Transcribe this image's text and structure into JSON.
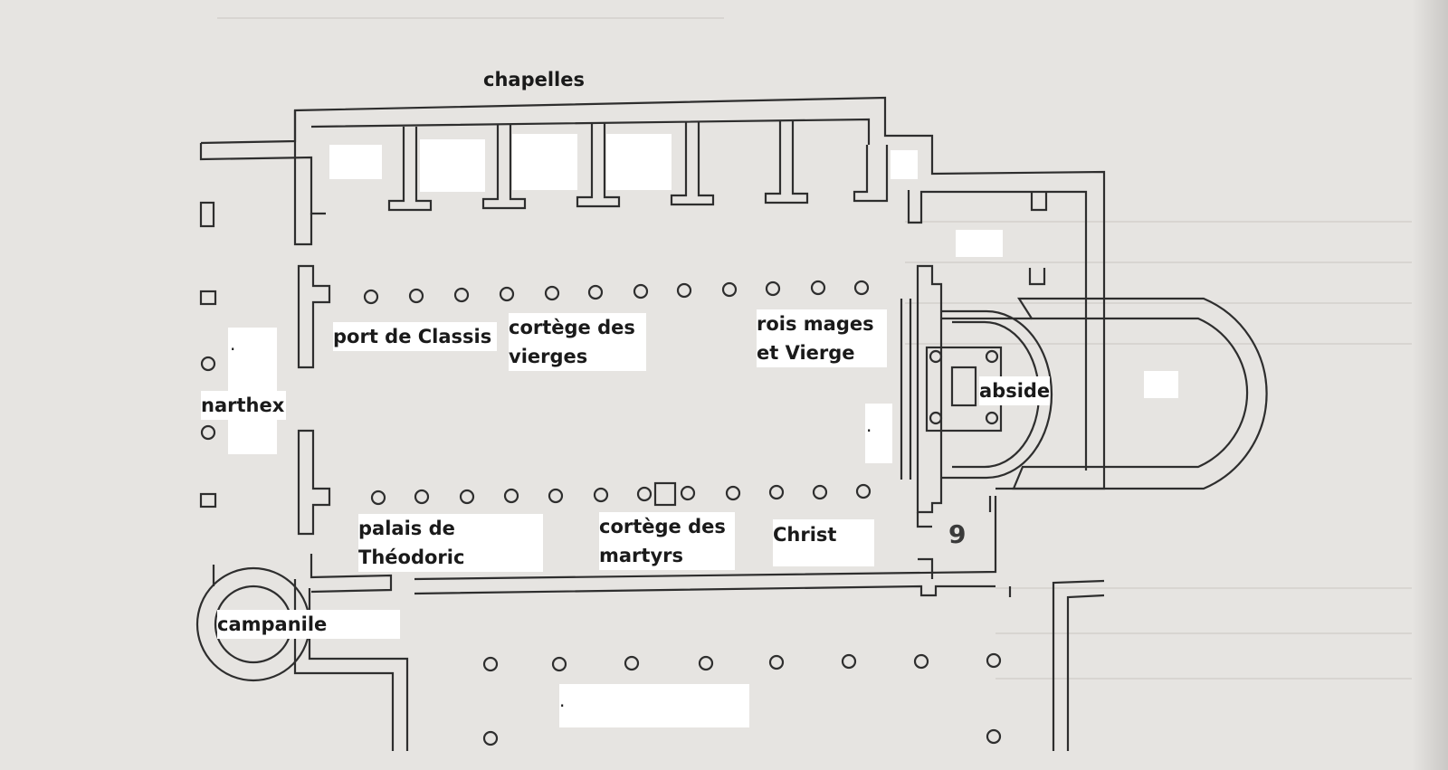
{
  "labels": {
    "chapelles": "chapelles",
    "port_classis": "port de Classis",
    "cortege_vierges": "cortège des\nvierges",
    "rois_mages": "rois mages\net Vierge",
    "abside": "abside",
    "narthex": "narthex",
    "palais": "palais de\nThéodoric",
    "cortege_martyrs": "cortège des\nmartyrs",
    "christ": "Christ",
    "campanile": "campanile"
  },
  "plate_number": "9",
  "marks": {
    "dot": "."
  }
}
